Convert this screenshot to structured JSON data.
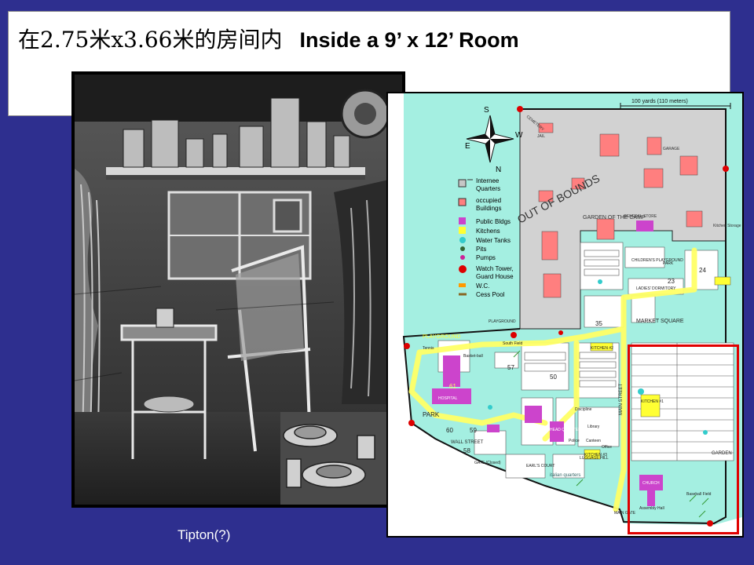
{
  "slide": {
    "title_chinese": "在2.75米x3.66米的房间内",
    "title_english": "Inside a 9’ x 12’ Room",
    "caption": "Tipton(?)"
  },
  "map": {
    "scale_label": "100 yards (110 meters)",
    "compass": {
      "n": "N",
      "s": "S",
      "e": "E",
      "w": "W"
    },
    "legend": [
      "Internee",
      "Quarters",
      "occupied",
      "Buildings",
      "Public Bldgs",
      "Kitchens",
      "Water Tanks",
      "Pits",
      "Pumps",
      "Watch Tower,",
      "Guard House",
      "W.C.",
      "Cess Pool"
    ],
    "labels": {
      "out_of_bounds": "OUT OF BOUNDS",
      "garden_of_the_camp": "GARDEN OF THE CAMP",
      "general_store": "GENERAL STORE",
      "garage": "GARAGE",
      "jail": "JAIL",
      "cemetery": "CEMETERY",
      "kitchen_storage": "Kitchen Storage",
      "childrens_playground": "CHILDREN'S PLAYGROUND",
      "park": "PARK",
      "ladies_dormitory": "LADIES' DORMITORY",
      "market_square": "MARKET SQUARE",
      "playground": "PLAYGROUND",
      "playground2": "PLAYGROUND",
      "tennis": "Tennis",
      "basketball": "Basket-ball",
      "hospital": "HOSPITAL",
      "south_field": "South Field",
      "park_main": "PARK",
      "wall_street": "WALL STREET",
      "main_street": "MAIN STREET",
      "gate_closed": "GATE (Closed)",
      "earls_court": "EARL'S COURT",
      "italian_quarters": "italian quarters",
      "church": "CHURCH",
      "assembly_hall": "Assembly Hall",
      "baseball_field": "Baseball Field",
      "garden": "GARDEN",
      "main_gate": "MAIN GATE",
      "luggage_hill": "LUGGAGE HILL",
      "library": "Library",
      "discipline": "Discipline",
      "kitchen1": "KITCHEN #1",
      "kitchen2": "KITCHEN #2",
      "kitchen3": "KITCHEN #3",
      "head_quarters": "HEAD QUARTERS",
      "police": "Police",
      "canteen": "Canteen",
      "office": "Office"
    },
    "number_labels": {
      "b23": "23",
      "b24": "24",
      "b35": "35",
      "b57": "57",
      "b50": "50",
      "b61": "61",
      "b60": "60",
      "b59": "59",
      "b58": "58"
    }
  }
}
